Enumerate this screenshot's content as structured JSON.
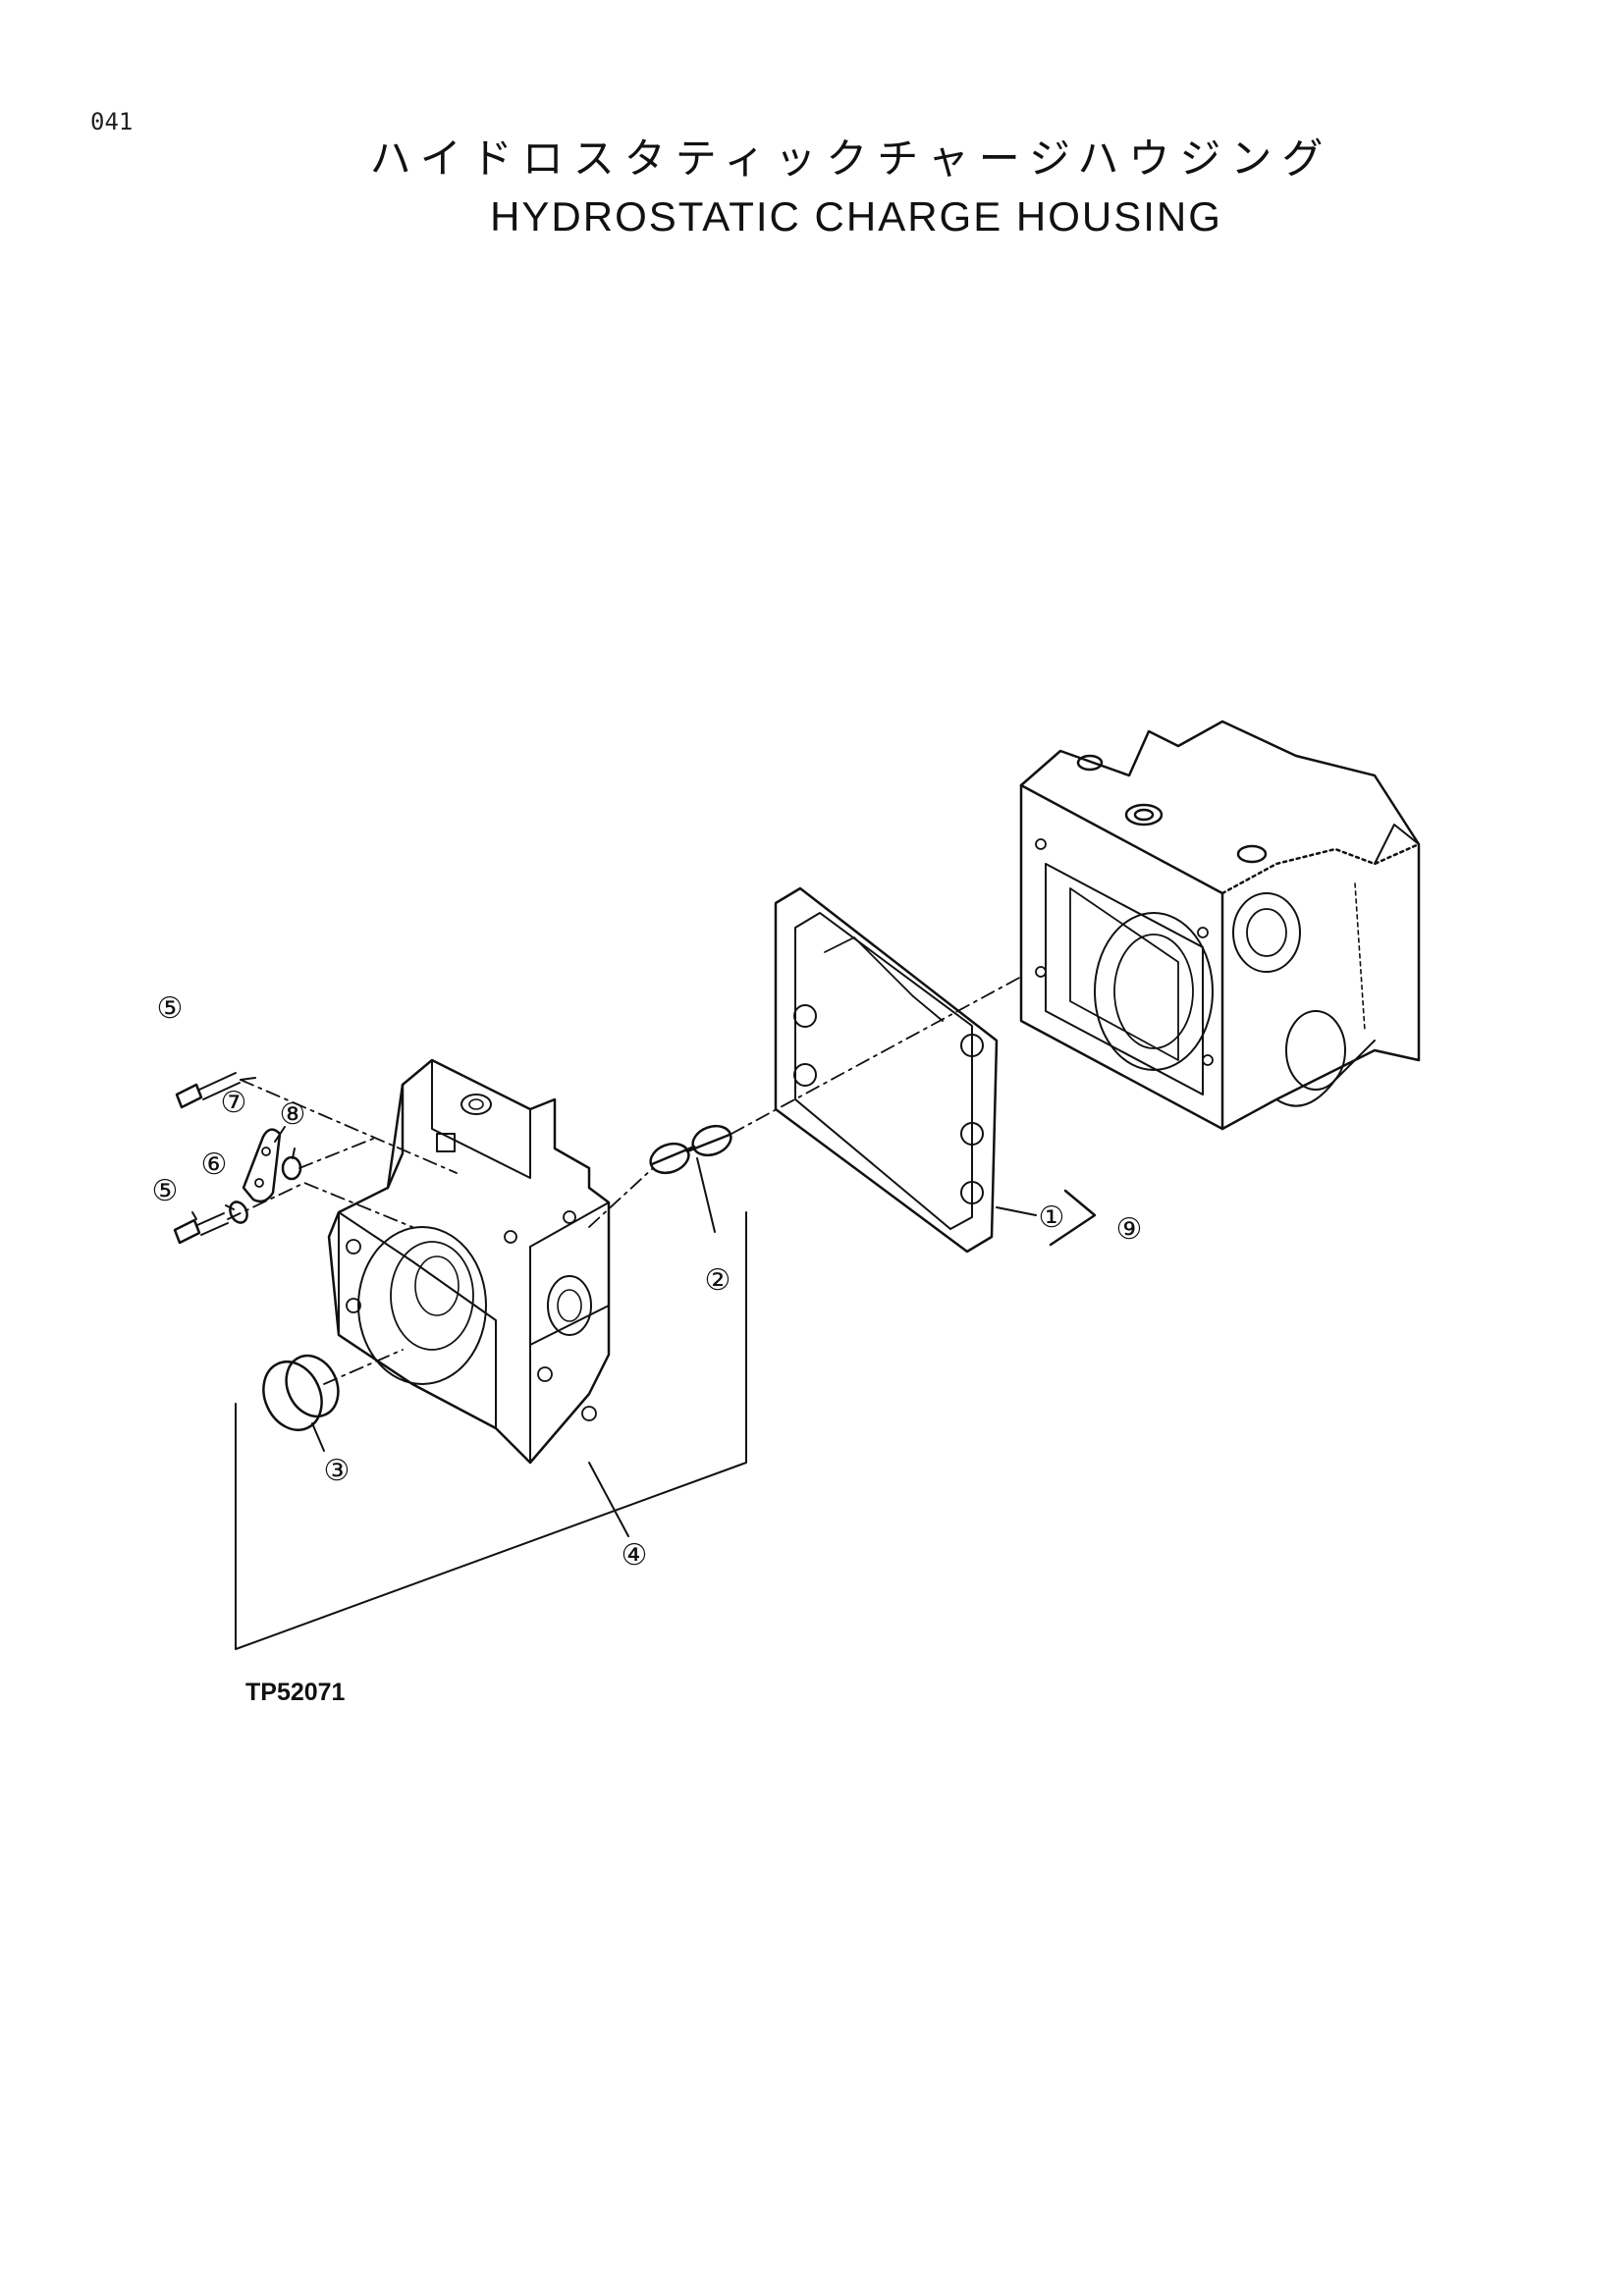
{
  "page": {
    "number": "041",
    "title_jp": "ハイドロスタティックチャージハウジング",
    "title_en": "HYDROSTATIC CHARGE HOUSING",
    "figure_code": "TP52071"
  },
  "callouts": [
    {
      "id": "item-5a",
      "label": "⑤"
    },
    {
      "id": "item-7",
      "label": "⑦"
    },
    {
      "id": "item-8",
      "label": "⑧"
    },
    {
      "id": "item-6",
      "label": "⑥"
    },
    {
      "id": "item-5b",
      "label": "⑤"
    },
    {
      "id": "item-2",
      "label": "②"
    },
    {
      "id": "item-3",
      "label": "③"
    },
    {
      "id": "item-4",
      "label": "④"
    },
    {
      "id": "item-1",
      "label": "①"
    },
    {
      "id": "item-9",
      "label": "⑨"
    }
  ],
  "colors": {
    "ink": "#111111",
    "paper": "#ffffff"
  }
}
